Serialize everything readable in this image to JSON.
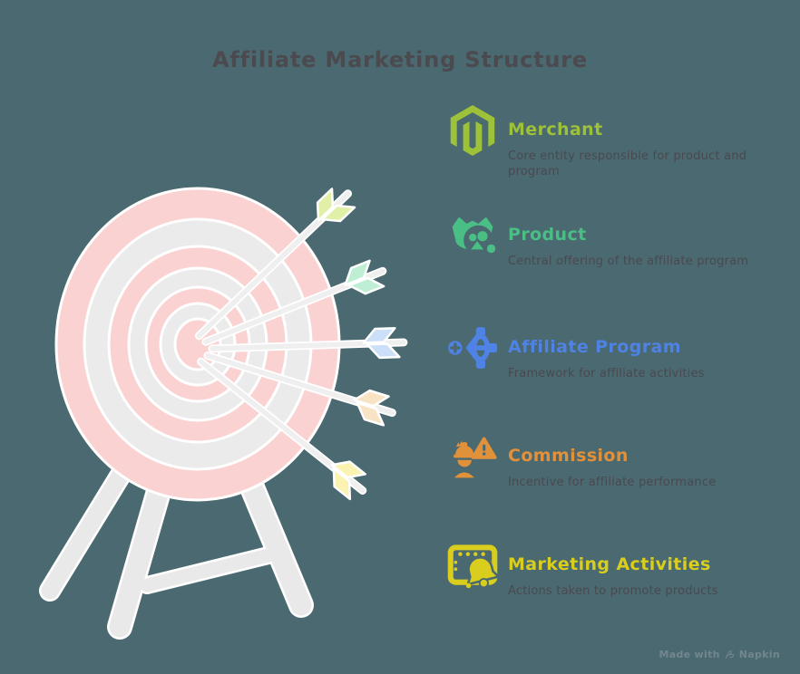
{
  "title": "Affiliate Marketing Structure",
  "items": [
    {
      "label": "Merchant",
      "description": "Core entity responsible for product and program",
      "accent": "#9DC23A",
      "icon": "magento-icon",
      "fletching": "#E0F0A6"
    },
    {
      "label": "Product",
      "description": "Central offering of the affiliate program",
      "accent": "#49BE85",
      "icon": "product-basket-icon",
      "fletching": "#BEEFD5"
    },
    {
      "label": "Affiliate Program",
      "description": "Framework for affiliate activities",
      "accent": "#4E82E4",
      "icon": "affiliate-network-icon",
      "fletching": "#CCDFF8"
    },
    {
      "label": "Commission",
      "description": "Incentive for affiliate performance",
      "accent": "#E2913B",
      "icon": "commission-worker-alert-icon",
      "fletching": "#F9E3C5"
    },
    {
      "label": "Marketing Activities",
      "description": "Actions taken to promote products",
      "accent": "#D9CE1D",
      "icon": "marketing-announcement-icon",
      "fletching": "#FAF3B2"
    }
  ],
  "illustration": {
    "name": "dartboard-target-with-five-arrows",
    "ring_pink": "#FAD2D2",
    "ring_gray": "#EBEBEB",
    "stand_color": "#E9E9E9",
    "arrow_shaft": "#EFEFEF"
  },
  "footer": {
    "text_prefix": "Made with",
    "brand": "Napkin",
    "color": "#72868E"
  },
  "colors": {
    "background": "#4B6970",
    "title": "#4A4A4F",
    "description": "#494950"
  }
}
